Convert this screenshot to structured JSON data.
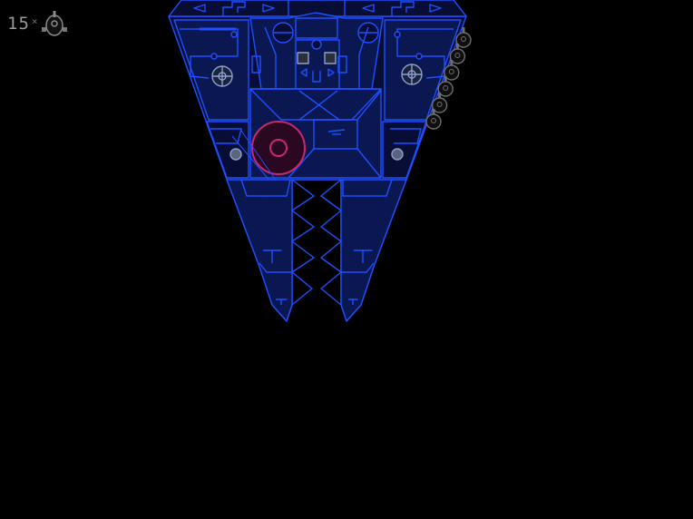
{
  "hud": {
    "lives_count": "15",
    "lives_multiplier": "×",
    "lives_icon": "ship-icon"
  },
  "colors": {
    "background": "#000000",
    "hull_line": "#1f4fff",
    "hull_fill": "#070d35",
    "panel_fill": "#0a1750",
    "core_ring": "#c8286e",
    "core_fill": "#2a0820",
    "gear": "#8ea0c8",
    "enemy_ship": "#6e6e6e",
    "hud_text": "#9a9a9a"
  },
  "boss": {
    "name": "mothership",
    "core_count": 1,
    "gear_count": 4
  },
  "enemy_squadron": {
    "ship_count": 6
  }
}
